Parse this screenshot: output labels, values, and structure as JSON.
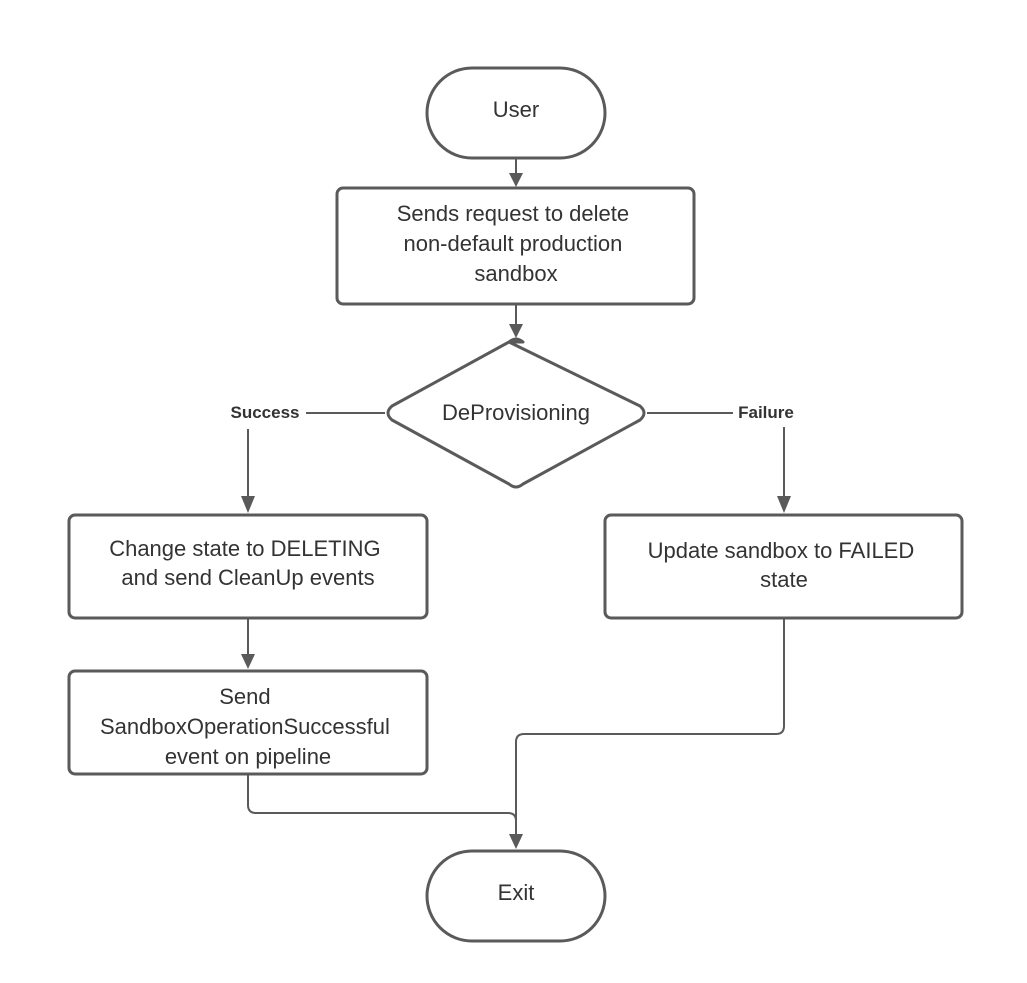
{
  "nodes": {
    "user": {
      "label": "User"
    },
    "request": {
      "lines": [
        "Sends request to delete",
        "non-default production",
        "sandbox"
      ]
    },
    "decision": {
      "label": "DeProvisioning"
    },
    "change_state": {
      "lines": [
        "Change state to DELETING",
        "and send CleanUp events"
      ]
    },
    "send_event": {
      "lines": [
        "Send",
        "SandboxOperationSuccessful",
        "event on pipeline"
      ]
    },
    "update_failed": {
      "lines": [
        "Update sandbox to FAILED",
        "state"
      ]
    },
    "exit": {
      "label": "Exit"
    }
  },
  "branches": {
    "success": "Success",
    "failure": "Failure"
  }
}
